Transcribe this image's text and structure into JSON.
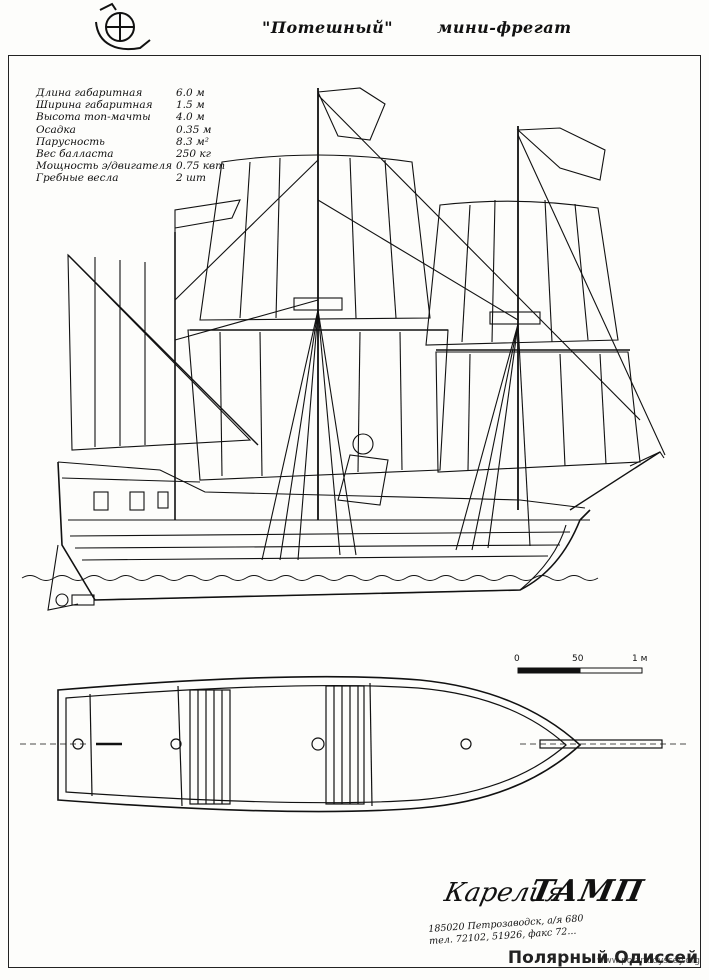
{
  "header": {
    "title": "\"Потешный\"",
    "subtitle": "мини-фрегат"
  },
  "specs": [
    {
      "label": "Длина габаритная",
      "value": "6.0 м"
    },
    {
      "label": "Ширина габаритная",
      "value": "1.5 м"
    },
    {
      "label": "Высота топ-мачты",
      "value": "4.0 м"
    },
    {
      "label": "Осадка",
      "value": "0.35 м"
    },
    {
      "label": "Парусность",
      "value": "8.3 м²"
    },
    {
      "label": "Вес балласта",
      "value": "250 кг"
    },
    {
      "label": "Мощность э/двигателя",
      "value": "0.75 квт"
    },
    {
      "label": "Гребные весла",
      "value": "2 шт"
    }
  ],
  "scale": {
    "t0": "0",
    "t1": "50",
    "t2": "1 м"
  },
  "brand": {
    "script": "Карелия",
    "bold": "ТАМП"
  },
  "address": {
    "line1": "185020    Петрозаводск, а/я 680",
    "line2": "тел. 72102, 51926, факс 72... "
  },
  "watermark": {
    "main": "Полярный Одиссей",
    "url": "www.polar-odyssey.org"
  },
  "colors": {
    "ink": "#111111",
    "paper": "#fdfdfb"
  }
}
